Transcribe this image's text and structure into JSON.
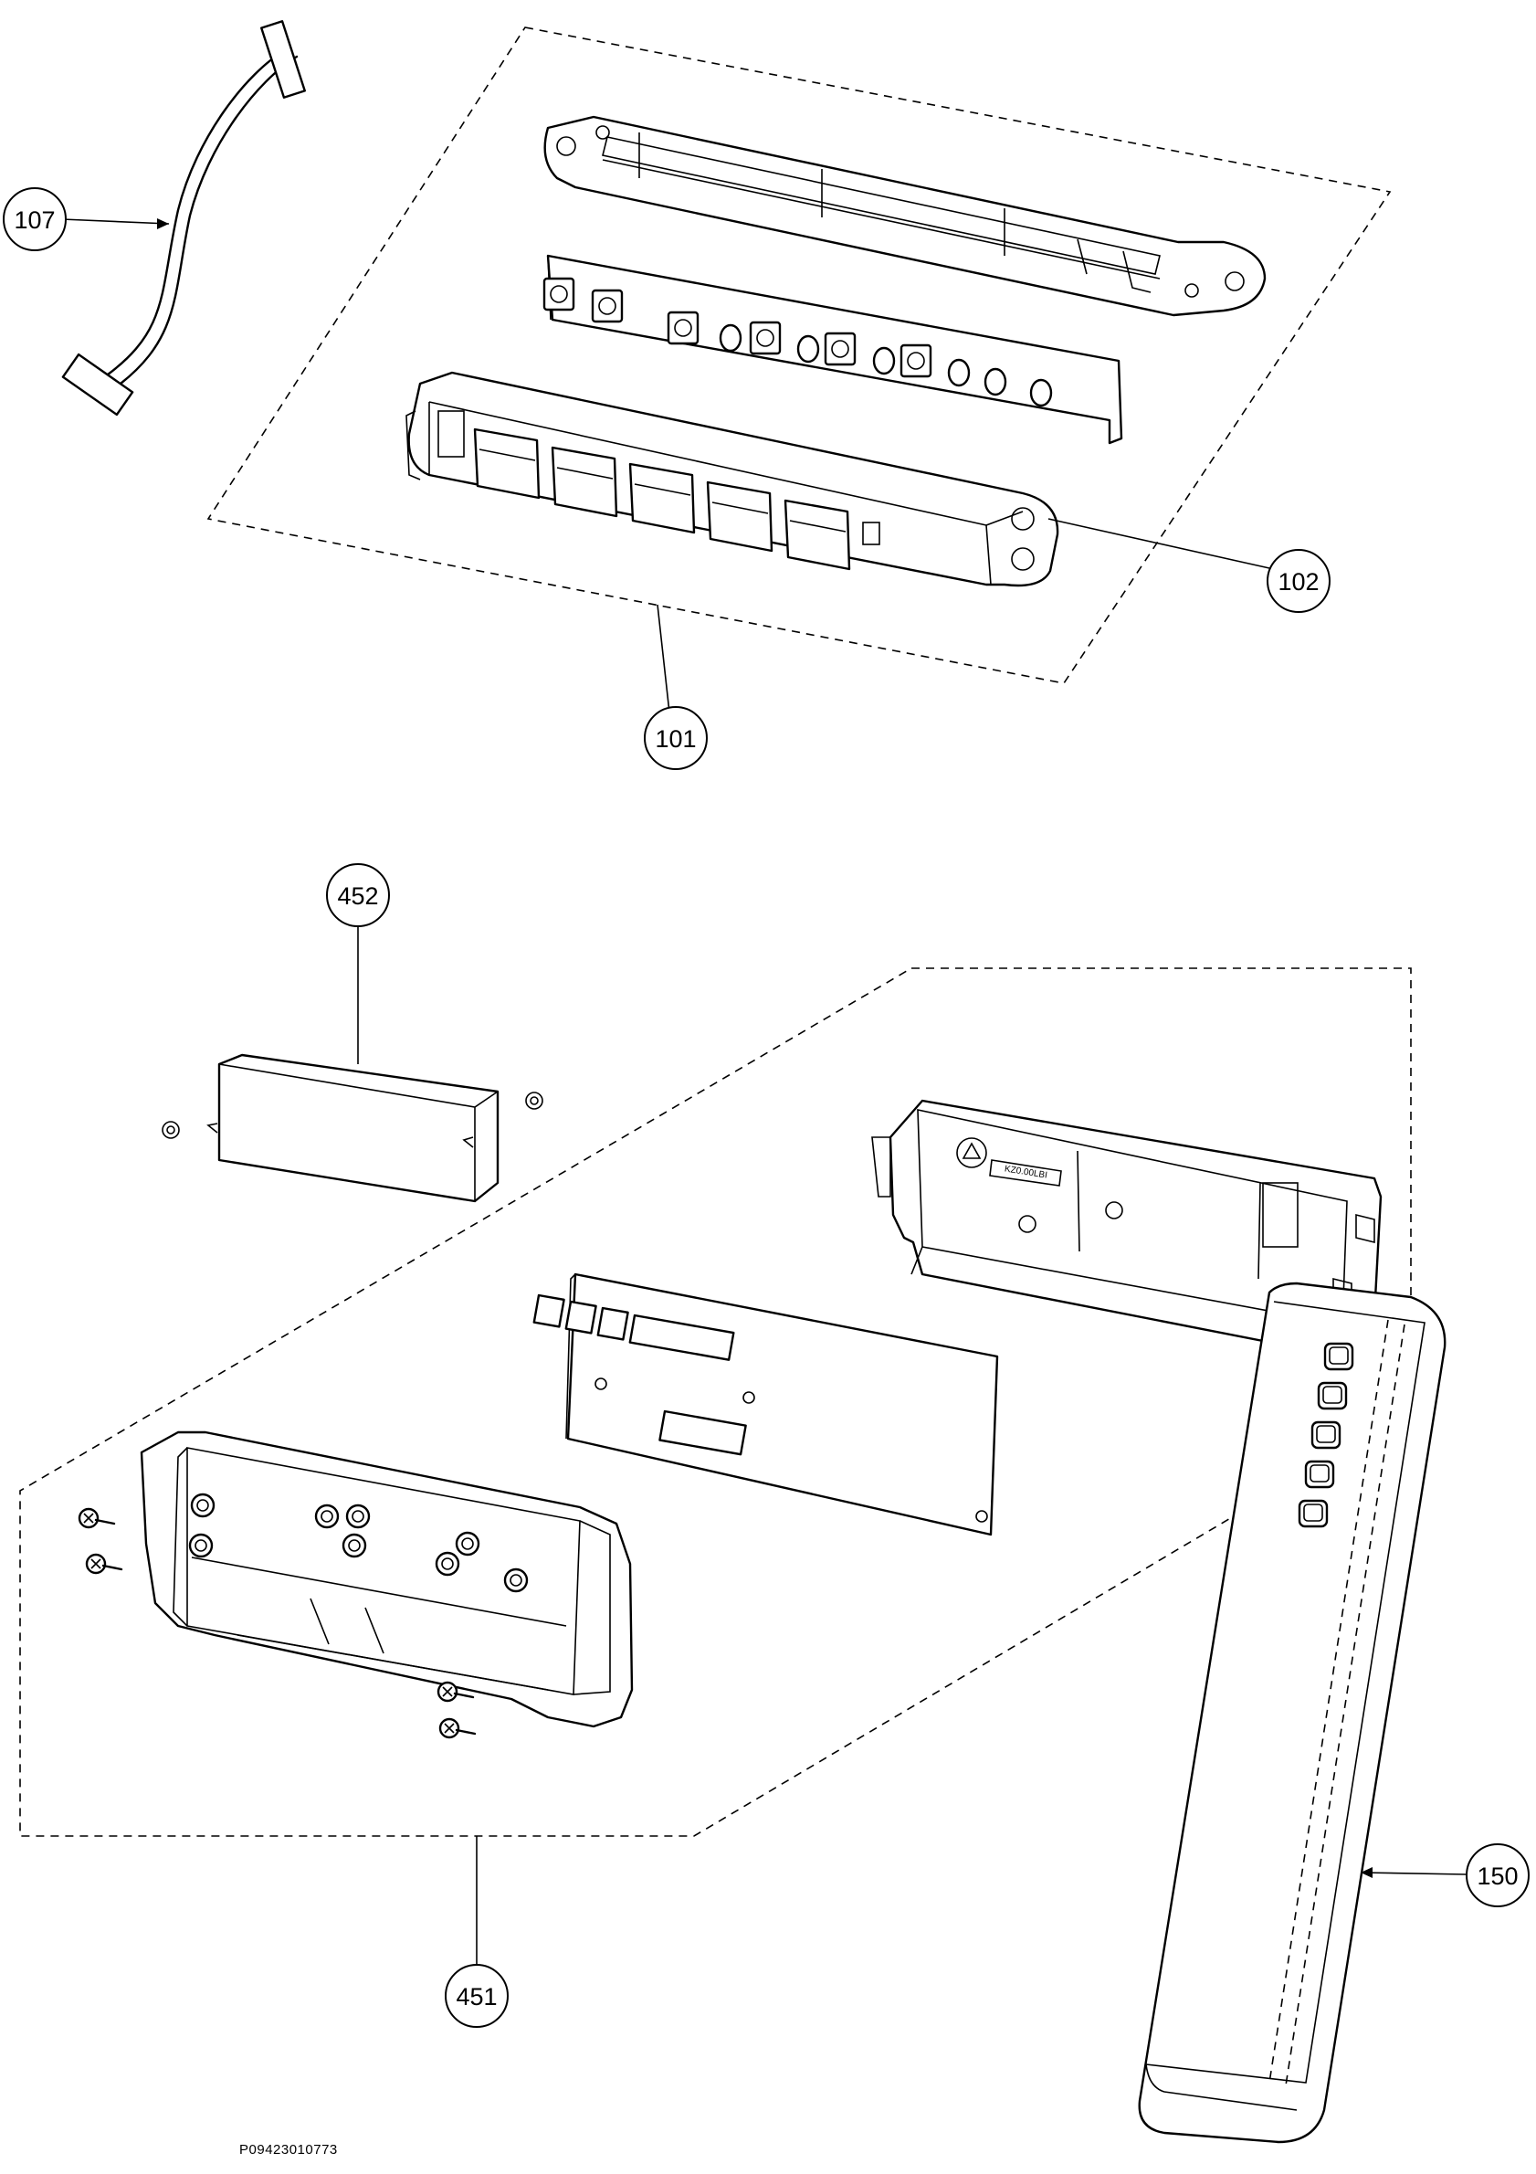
{
  "callouts": {
    "c107": "107",
    "c102": "102",
    "c101": "101",
    "c452": "452",
    "c451": "451",
    "c150": "150"
  },
  "drawing_code": "P09423010773",
  "pcb_marking": "KZ0.00LBI",
  "icons": [
    "wire-harness",
    "control-frame",
    "button-pcb",
    "button-panel",
    "power-module",
    "electronic-housing",
    "main-pcb",
    "front-cover",
    "remote-control",
    "screw",
    "recycle-symbol"
  ]
}
